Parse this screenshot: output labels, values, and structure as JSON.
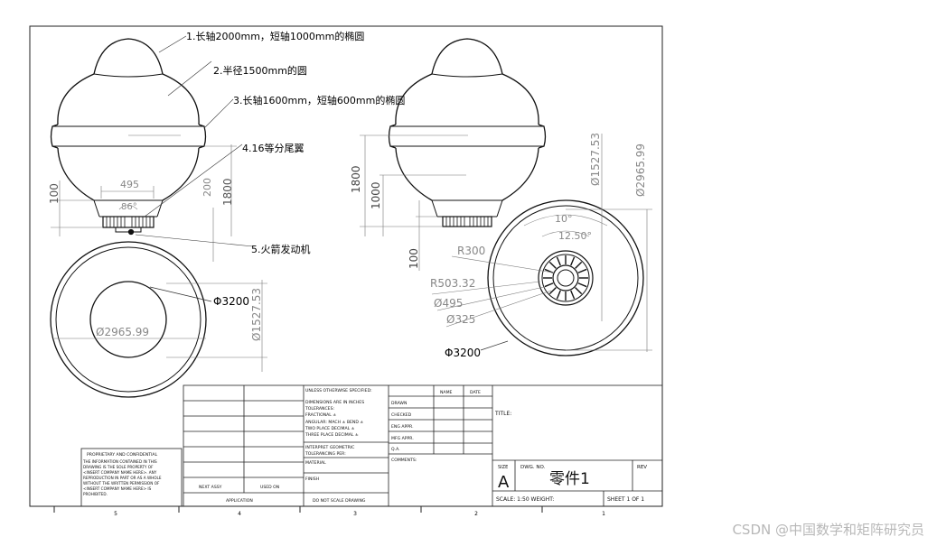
{
  "callouts": {
    "c1": "1.长轴2000mm，短轴1000mm的椭圆",
    "c2": "2.半径1500mm的圆",
    "c3": "3.长轴1600mm，短轴600mm的椭圆",
    "c4": "4.16等分尾翼",
    "c5": "5.火箭发动机"
  },
  "dims_left": {
    "d495": "495",
    "d200": "200",
    "d86": "86°",
    "d1800": "1800",
    "d100": "100"
  },
  "dims_bottom_left": {
    "phi3200": "Φ3200",
    "dia296599": "Ø2965.99",
    "dia152753": "Ø1527.53"
  },
  "dims_mid": {
    "d1800": "1800",
    "d1000": "1000",
    "d100": "100"
  },
  "dims_right": {
    "dia152753": "Ø1527.53",
    "dia296599": "Ø2965.99",
    "a10": "10°",
    "a1250": "12.50°",
    "r300": "R300",
    "r50332": "R503.32",
    "d495": "Ø495",
    "d325": "Ø325",
    "phi3200": "Φ3200"
  },
  "title_block": {
    "unless": "UNLESS OTHERWISE SPECIFIED:",
    "dims_in": "DIMENSIONS ARE IN INCHES",
    "tolerances": "TOLERANCES:",
    "fractional": "FRACTIONAL ±",
    "angular": "ANGULAR: MACH ±    BEND ±",
    "two_place": "TWO PLACE DECIMAL    ±",
    "three_place": "THREE PLACE DECIMAL   ±",
    "interpret": "INTERPRET GEOMETRIC",
    "tolerancing": "TOLERANCING PER:",
    "material": "MATERIAL",
    "finish": "FINISH",
    "do_not_scale": "DO NOT SCALE DRAWING",
    "application": "APPLICATION",
    "next_assy": "NEXT ASSY",
    "used_on": "USED ON",
    "name": "NAME",
    "date": "DATE",
    "drawn": "DRAWN",
    "checked": "CHECKED",
    "eng_appr": "ENG APPR.",
    "mfg_appr": "MFG APPR.",
    "qa": "Q.A.",
    "comments": "COMMENTS:",
    "title": "TITLE:",
    "size_label": "SIZE",
    "size_value": "A",
    "dwg_no_label": "DWG.  NO.",
    "dwg_no_value": "零件1",
    "rev": "REV",
    "scale": "SCALE: 1:50  WEIGHT:",
    "sheet": "SHEET 1 OF 1",
    "proprietary_title": "PROPRIETARY AND CONFIDENTIAL",
    "proprietary_lines": [
      "THE INFORMATION CONTAINED IN THIS",
      "DRAWING IS THE SOLE PROPERTY OF",
      "<INSERT COMPANY NAME HERE>.  ANY",
      "REPRODUCTION IN PART OR AS A WHOLE",
      "WITHOUT THE WRITTEN PERMISSION OF",
      "<INSERT COMPANY NAME HERE> IS",
      "PROHIBITED."
    ]
  },
  "zones": [
    "5",
    "4",
    "3",
    "2",
    "1"
  ],
  "watermark": "CSDN @中国数学和矩阵研究员"
}
